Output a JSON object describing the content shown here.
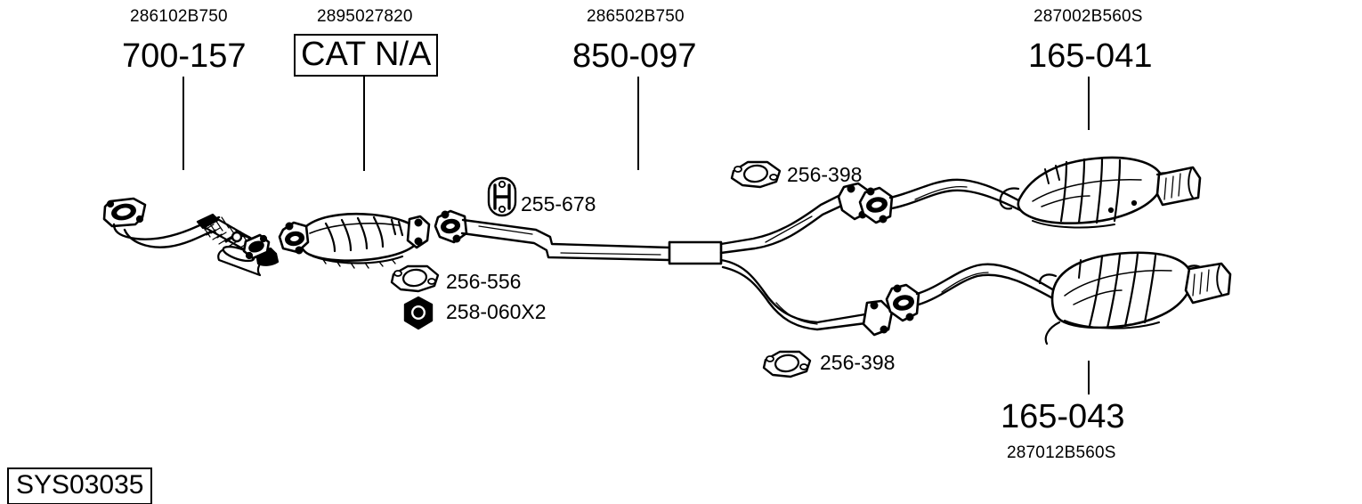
{
  "diagram": {
    "system_code": "SYS03035",
    "type": "exhaust-system-schematic",
    "background": "#ffffff",
    "line_color": "#000000"
  },
  "top_labels": [
    {
      "oem": "286102B750",
      "part": "700-157",
      "boxed": false,
      "name": "front-pipe"
    },
    {
      "oem": "2895027820",
      "part": "CAT N/A",
      "boxed": true,
      "name": "catalytic-converter"
    },
    {
      "oem": "286502B750",
      "part": "850-097",
      "boxed": false,
      "name": "center-pipe"
    },
    {
      "oem": "287002B560S",
      "part": "165-041",
      "boxed": false,
      "name": "rear-muffler-upper"
    }
  ],
  "bottom_labels": [
    {
      "part": "165-043",
      "oem": "287012B560S",
      "name": "rear-muffler-lower"
    }
  ],
  "callouts": [
    {
      "code": "255-678",
      "icon": "hanger-bracket-icon",
      "name": "callout-255-678"
    },
    {
      "code": "256-398",
      "icon": "gasket-icon",
      "name": "callout-256-398-upper"
    },
    {
      "code": "256-556",
      "icon": "gasket-icon",
      "name": "callout-256-556"
    },
    {
      "code": "258-060X2",
      "icon": "hex-nut-icon",
      "name": "callout-258-060x2"
    },
    {
      "code": "256-398",
      "icon": "gasket-icon",
      "name": "callout-256-398-lower"
    }
  ]
}
